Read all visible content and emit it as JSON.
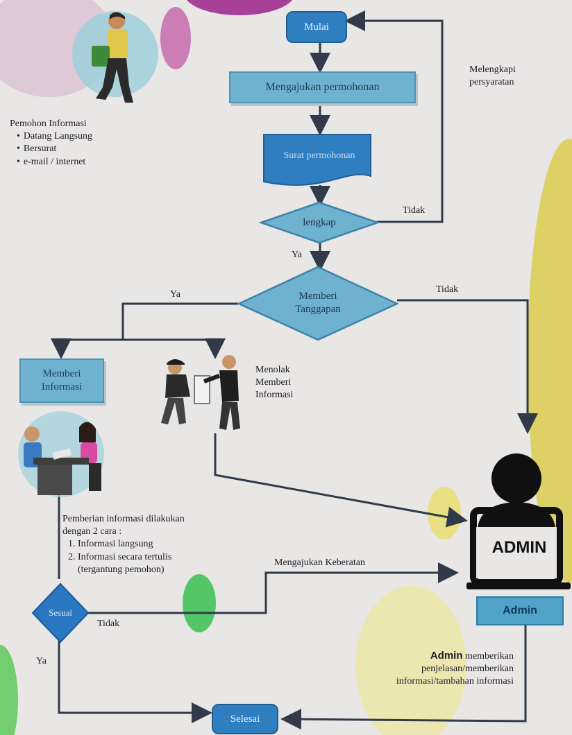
{
  "flow": {
    "start": "Mulai",
    "submit_request": "Mengajukan permohonan",
    "request_letter": "Surat permohonan",
    "complete_decision": "lengkap",
    "respond_decision": "Memberi Tanggapan",
    "give_info": "Memberi Informasi",
    "refuse_info": "Menolak Memberi Informasi",
    "suitable_decision": "Sesuai",
    "end": "Selesai"
  },
  "labels": {
    "complete_requirements": "Melengkapi persyaratan",
    "no_complete": "Tidak",
    "yes_complete": "Ya",
    "yes_respond": "Ya",
    "no_respond": "Tidak",
    "objection": "Mengajukan Keberatan",
    "no_suitable": "Tidak",
    "yes_suitable": "Ya"
  },
  "applicant": {
    "title": "Pemohon Informasi",
    "methods": [
      "Datang Langsung",
      "Bersurat",
      "e-mail / internet"
    ]
  },
  "info_delivery": {
    "intro": "Pemberian informasi dilakukan dengan 2 cara :",
    "ways": [
      "Informasi langsung",
      "Informasi secara tertulis (tergantung pemohon)"
    ]
  },
  "admin": {
    "screen_text": "ADMIN",
    "label": "Admin",
    "note_bold": "Admin",
    "note_rest": "memberikan penjelasan/memberikan informasi/tambahan informasi"
  },
  "icons": [
    "person-walking-icon",
    "people-meeting-icon",
    "refusing-people-icon",
    "admin-computer-icon"
  ],
  "colors": {
    "node_fill": "#6fb2cf",
    "pill_fill": "#2f7fc0",
    "diamond_fill": "#2b78c2"
  }
}
